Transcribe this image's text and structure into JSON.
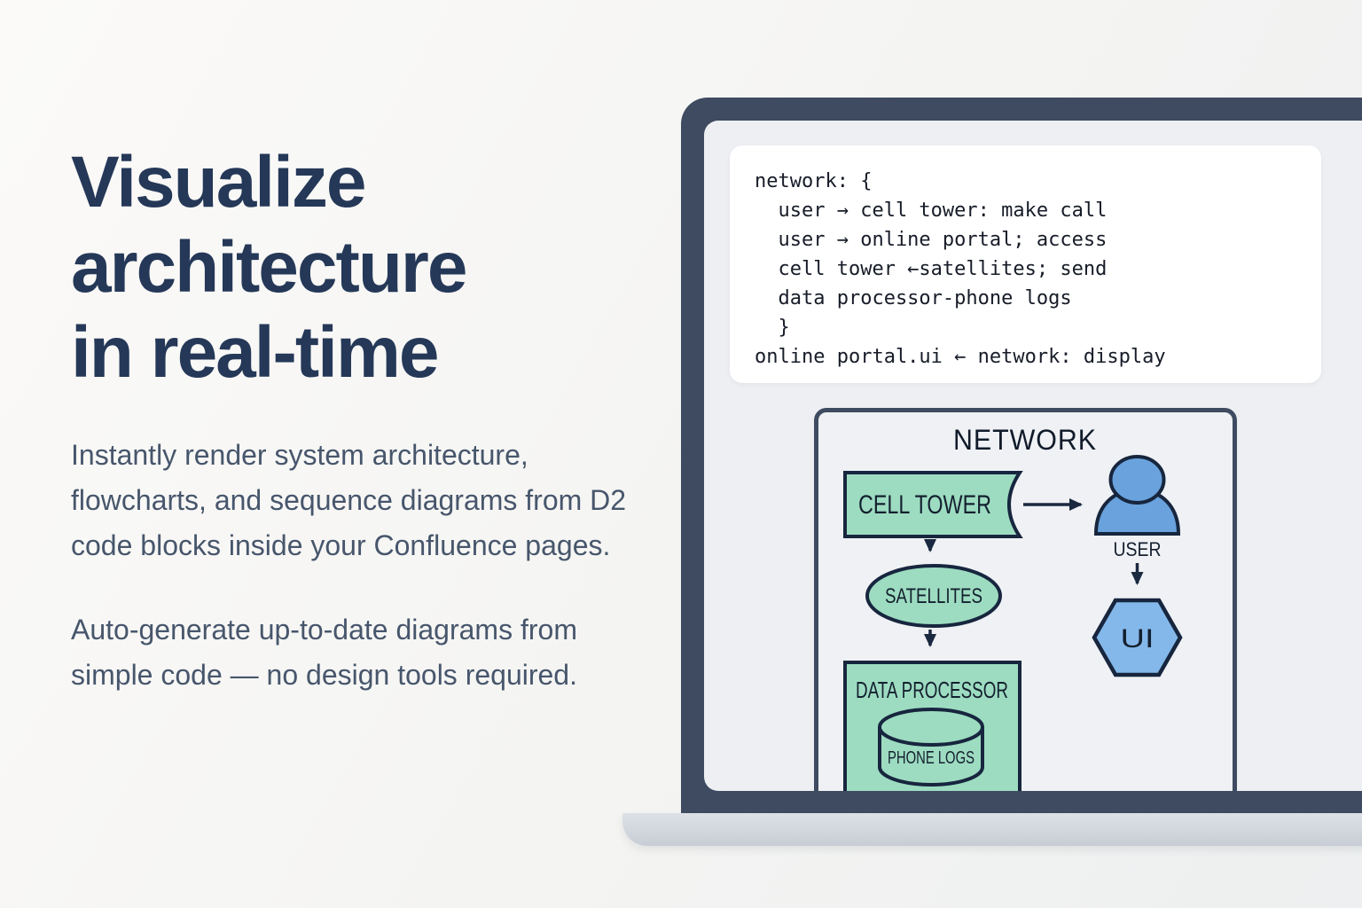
{
  "hero": {
    "title_lines": [
      "Visualize",
      "architecture",
      "in real-time"
    ],
    "paragraph1": "Instantly render system architecture, flowcharts, and sequence diagrams from D2 code blocks inside your Confluence pages.",
    "paragraph2": "Auto-generate up-to-date diagrams from simple code — no design tools required."
  },
  "laptop": {
    "code": {
      "lines": [
        "network: {",
        "  user → cell tower: make call",
        "  user → online portal; access",
        "  cell tower ←satellites; send",
        "  data processor-phone logs",
        "  }",
        "online portal.ui ← network: display"
      ]
    },
    "diagram": {
      "title": "NETWORK",
      "nodes": {
        "cell_tower": {
          "label": "CELL TOWER",
          "shape": "stored-data"
        },
        "user": {
          "label": "USER",
          "shape": "person"
        },
        "ui": {
          "label": "UI",
          "shape": "hexagon"
        },
        "satellites": {
          "label": "SATELLITES",
          "shape": "ellipse"
        },
        "data_processor": {
          "label": "DATA PROCESSOR",
          "shape": "rectangle"
        },
        "phone_logs": {
          "label": "PHONE LOGS",
          "shape": "cylinder"
        }
      },
      "edges": [
        {
          "from": "cell tower",
          "to": "user"
        },
        {
          "from": "cell tower",
          "to": "satellites"
        },
        {
          "from": "satellites",
          "to": "data processor"
        },
        {
          "from": "user",
          "to": "ui"
        }
      ]
    }
  },
  "colors": {
    "heading": "#253858",
    "body_text": "#47566c",
    "laptop_frame": "#3e4b60",
    "laptop_base": "#ced3da",
    "screen": "#edeff2",
    "code_card": "#ffffff",
    "code_text": "#171c28",
    "diagram_green": "#9ddcc1",
    "diagram_blue": "#69a2dc",
    "diagram_blue_light": "#84b8ea",
    "diagram_stroke": "#17263e"
  }
}
